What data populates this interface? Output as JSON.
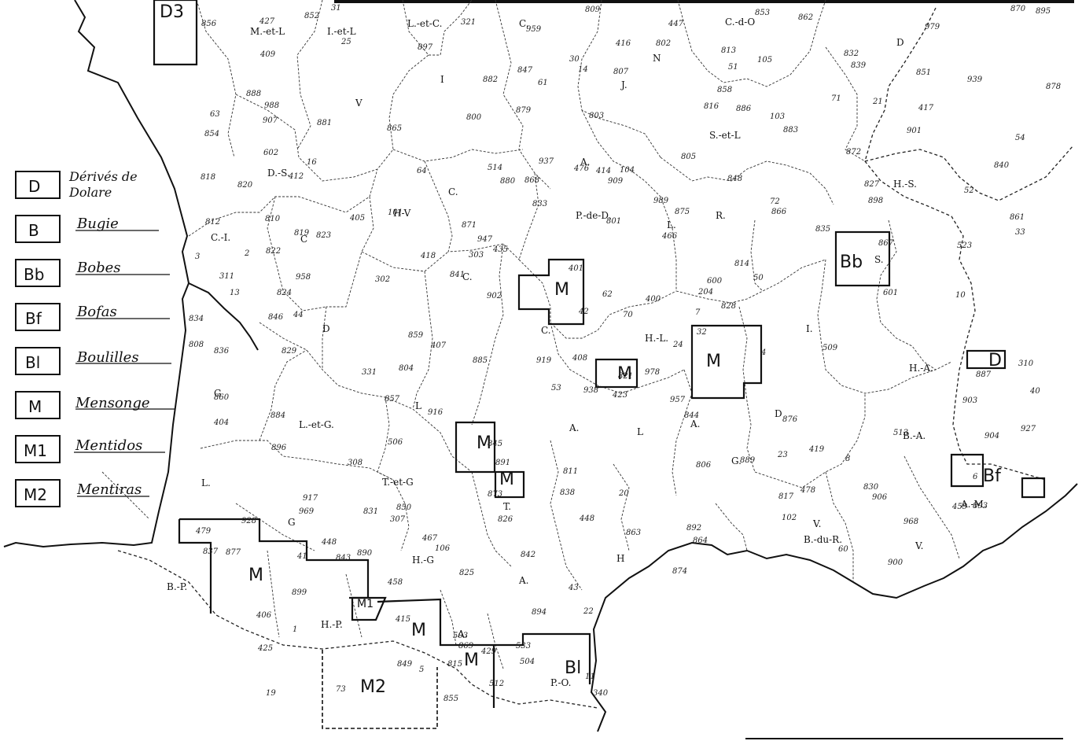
{
  "legend": [
    {
      "code": "D",
      "name": "Dérivés de Dolare",
      "name_lines": [
        "Dérivés de",
        "Dolare"
      ]
    },
    {
      "code": "B",
      "name": "Bugie"
    },
    {
      "code": "Bb",
      "name": "Bobes"
    },
    {
      "code": "Bf",
      "name": "Bofas"
    },
    {
      "code": "Bl",
      "name": "Boulilles"
    },
    {
      "code": "M",
      "name": "Mensonge"
    },
    {
      "code": "M1",
      "name": "Mentidos"
    },
    {
      "code": "M2",
      "name": "Mentiras"
    }
  ],
  "zones": [
    {
      "id": "d3",
      "label": "D3"
    },
    {
      "id": "bb",
      "label": "Bb"
    },
    {
      "id": "m-centre",
      "label": "M"
    },
    {
      "id": "m-810",
      "label": "M"
    },
    {
      "id": "m-825",
      "label": "M"
    },
    {
      "id": "d-992",
      "label": "D"
    },
    {
      "id": "m-722",
      "label": "M"
    },
    {
      "id": "m-744",
      "label": "M"
    },
    {
      "id": "bf",
      "label": "Bf"
    },
    {
      "id": "m-bp",
      "label": "M"
    },
    {
      "id": "m1",
      "label": "M1"
    },
    {
      "id": "m-782",
      "label": "M"
    },
    {
      "id": "m-797",
      "label": "M"
    },
    {
      "id": "bl",
      "label": "Bl"
    },
    {
      "id": "m2",
      "label": "M2"
    }
  ],
  "department_labels": [
    "M.-et-L",
    "I.-et-L",
    "L.-et-C.",
    "C.",
    "C.-d-O",
    "N",
    "J.",
    "D",
    "I",
    "V",
    "S.-et-L",
    "A.",
    "D.-S.",
    "C.",
    "H-V",
    "P.-de-D.",
    "L.",
    "R.",
    "H.-S.",
    "C.-I.",
    "C",
    "C.",
    "S.",
    "I.",
    "D",
    "H.-L.",
    "C.",
    "H.-A.",
    "G",
    "L.-et-G.",
    "L",
    "A.",
    "L",
    "A.",
    "D",
    "B.-A.",
    "T.-et-G",
    "T.",
    "G.",
    "V.",
    "A.-M.",
    "L.",
    "G",
    "H.-G",
    "H",
    "B.-du-R.",
    "V.",
    "B.-P.",
    "H.-P.",
    "A.",
    "A.",
    "P.-O."
  ],
  "point_numbers": [
    "423",
    "412",
    "408",
    "406",
    "204",
    "106",
    "105",
    "104",
    "103",
    "24",
    "25",
    "44",
    "54",
    "53",
    "72",
    "73",
    "476",
    "466",
    "448",
    "435",
    "425",
    "415",
    "414",
    "8",
    "16",
    "14",
    "13",
    "23",
    "33",
    "43",
    "42",
    "64",
    "71",
    "467",
    "447",
    "303",
    "302",
    "102",
    "5",
    "3",
    "7",
    "19",
    "22",
    "32",
    "41",
    "52",
    "63",
    "478",
    "458",
    "427",
    "417",
    "416",
    "407",
    "2",
    "101",
    "21",
    "31",
    "51",
    "61",
    "62",
    "479",
    "448",
    "429",
    "419",
    "418",
    "409",
    "405",
    "404",
    "401",
    "400",
    "1",
    "4",
    "6",
    "11",
    "10",
    "20",
    "30",
    "40",
    "50",
    "60",
    "70",
    "459",
    "340",
    "331",
    "321",
    "310",
    "311",
    "308",
    "307",
    "503",
    "600",
    "901",
    "902",
    "903",
    "907",
    "909",
    "919",
    "928",
    "938",
    "939",
    "937",
    "959",
    "969",
    "979",
    "989",
    "514",
    "509",
    "506",
    "504",
    "601",
    "602",
    "800",
    "904",
    "906",
    "916",
    "917",
    "927",
    "947",
    "957",
    "958",
    "968",
    "978",
    "988",
    "533",
    "523",
    "512",
    "513",
    "802",
    "803",
    "801",
    "804",
    "805",
    "806",
    "807",
    "808",
    "809",
    "810",
    "811",
    "812",
    "813",
    "814",
    "815",
    "816",
    "817",
    "818",
    "819",
    "820",
    "821",
    "822",
    "823",
    "824",
    "825",
    "826",
    "827",
    "828",
    "829",
    "830",
    "831",
    "832",
    "833",
    "834",
    "835",
    "836",
    "837",
    "838",
    "839",
    "840",
    "841",
    "842",
    "843",
    "844",
    "845",
    "846",
    "847",
    "848",
    "849",
    "850",
    "851",
    "852",
    "853",
    "854",
    "855",
    "856",
    "857",
    "858",
    "859",
    "860",
    "861",
    "862",
    "863",
    "864",
    "865",
    "866",
    "867",
    "868",
    "869",
    "870",
    "871",
    "872",
    "873",
    "874",
    "875",
    "876",
    "877",
    "878",
    "879",
    "880",
    "881",
    "882",
    "883",
    "884",
    "885",
    "886",
    "887",
    "888",
    "889",
    "890",
    "891",
    "892",
    "893",
    "894",
    "895",
    "896",
    "897",
    "898",
    "899",
    "900"
  ]
}
